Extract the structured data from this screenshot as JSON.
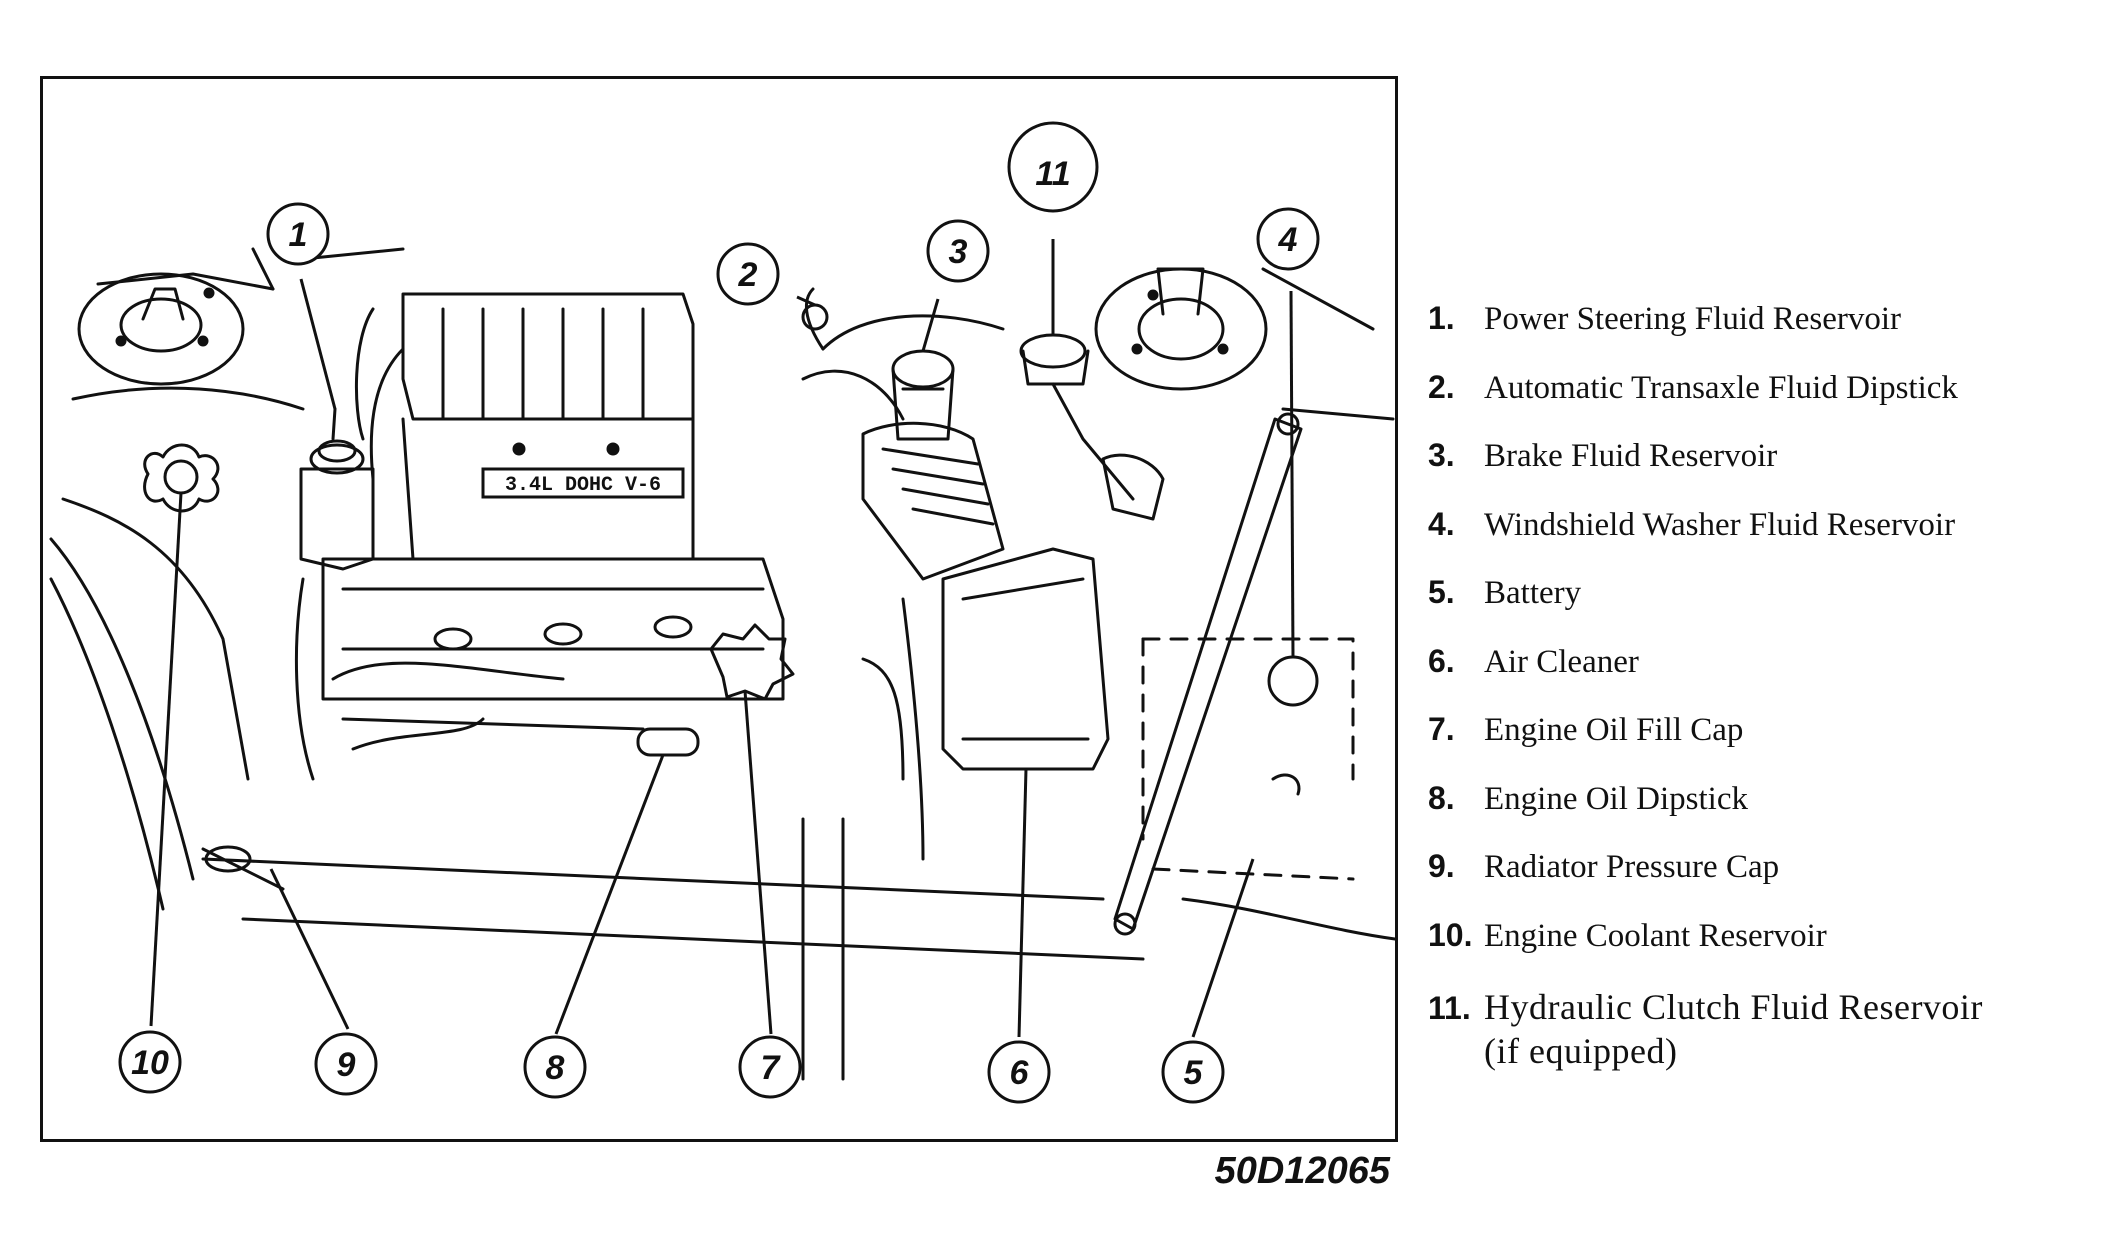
{
  "engine_badge": "3.4L DOHC V-6",
  "figure_code": "50D12065",
  "callouts": [
    "1",
    "2",
    "3",
    "11",
    "4",
    "10",
    "9",
    "8",
    "7",
    "6",
    "5"
  ],
  "legend": [
    {
      "num": "1.",
      "label": "Power Steering Fluid Reservoir"
    },
    {
      "num": "2.",
      "label": "Automatic Transaxle Fluid Dipstick"
    },
    {
      "num": "3.",
      "label": "Brake Fluid Reservoir"
    },
    {
      "num": "4.",
      "label": "Windshield Washer Fluid Reservoir"
    },
    {
      "num": "5.",
      "label": "Battery"
    },
    {
      "num": "6.",
      "label": "Air Cleaner"
    },
    {
      "num": "7.",
      "label": "Engine Oil Fill Cap"
    },
    {
      "num": "8.",
      "label": "Engine Oil Dipstick"
    },
    {
      "num": "9.",
      "label": "Radiator Pressure Cap"
    },
    {
      "num": "10.",
      "label": "Engine Coolant Reservoir"
    },
    {
      "num": "11.",
      "label": "Hydraulic Clutch Fluid Reservoir",
      "label2": "(if equipped)"
    }
  ]
}
